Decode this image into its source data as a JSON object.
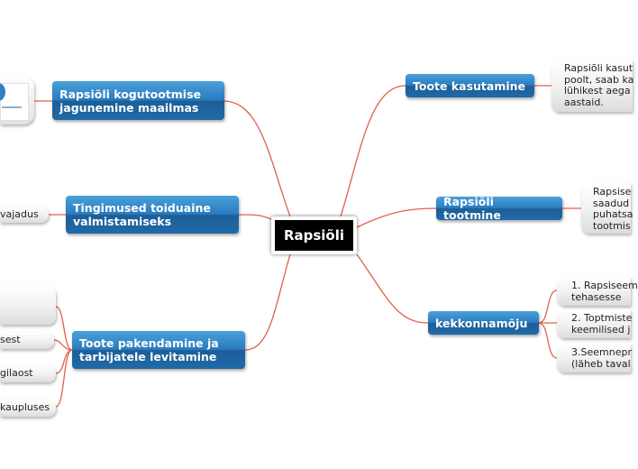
{
  "central": {
    "label": "Rapsiõli"
  },
  "left_branches": [
    {
      "label": "Rapsiõli kogutootmise jagunemine maailmas"
    },
    {
      "label": "Tingimused toiduaine valmistamiseks",
      "children": [
        "vajadus"
      ]
    },
    {
      "label": "Toote pakendamine ja tarbijatele levitamine",
      "children": [
        "",
        "sest",
        "gilaost",
        "kaupluses"
      ]
    }
  ],
  "right_branches": [
    {
      "label": "Toote kasutamine",
      "children": [
        [
          "Rapsiõli kasut",
          "poolt, saab ka",
          "lühikest aega",
          "aastaid."
        ]
      ]
    },
    {
      "label": "Rapsiõli tootmine",
      "children": [
        [
          "Rapsise",
          "saadud",
          "puhatsa",
          "tootmis"
        ]
      ]
    },
    {
      "label": "kekkonnamõju",
      "children": [
        [
          "1. Rapsiseem",
          "tehasesse"
        ],
        [
          "2. Toptmiste",
          "keemilised j"
        ],
        [
          "3.Seemnepr",
          "(läheb taval"
        ]
      ]
    }
  ],
  "colors": {
    "link": "#e0604a",
    "central_bg": "#000000",
    "topic_blue": "#2a7cbf"
  },
  "icons": [
    "chart-thumbnail-icon"
  ]
}
